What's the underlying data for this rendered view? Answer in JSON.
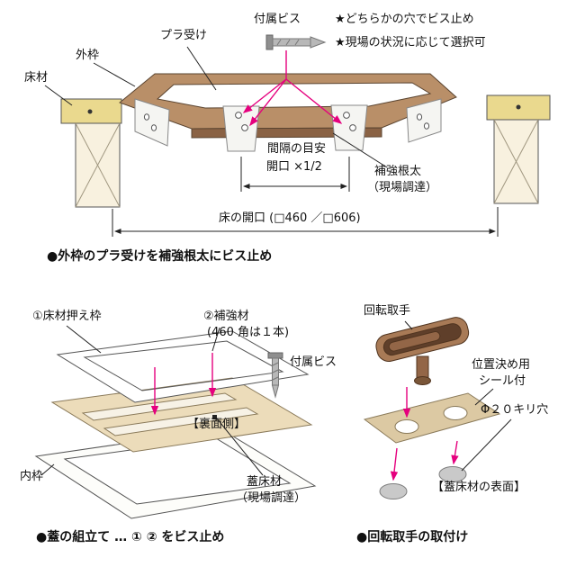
{
  "colors": {
    "accent_pink": "#e5007e",
    "frame_brown": "#b98f68",
    "plank_yellow": "#ead98e",
    "board_tan": "#ecdcba"
  },
  "top_section": {
    "screw_label": "付属ビス",
    "note_line1": "★どちらかの穴でビス止め",
    "note_line2": "★現場の状況に応じて選択可",
    "receiver_label": "プラ受け",
    "outer_frame_label": "外枠",
    "floor_label": "床材",
    "spacing_label_1": "間隔の目安",
    "spacing_label_2": "開口 ×1/2",
    "joist_label_1": "補強根太",
    "joist_label_2": "（現場調達）",
    "opening_dim_label": "床の開口 (□460 ／□606)",
    "caption": "●外枠のプラ受けを補強根太にビス止め"
  },
  "lid_section": {
    "press_frame_label": "①床材押え枠",
    "reinforce_label_1": "②補強材",
    "reinforce_label_2": "(460 角は１本)",
    "screw_label": "付属ビス",
    "back_side_label": "【裏面側】",
    "inner_frame_label": "内枠",
    "lid_floor_label_1": "蓋床材",
    "lid_floor_label_2": "（現場調達）",
    "caption": "●蓋の組立て … ① ② をビス止め"
  },
  "handle_section": {
    "handle_label": "回転取手",
    "seal_label_1": "位置決め用",
    "seal_label_2": "シール付",
    "hole_label": "Φ２０キリ穴",
    "surface_label": "【蓋床材の表面】",
    "caption": "●回転取手の取付け"
  }
}
